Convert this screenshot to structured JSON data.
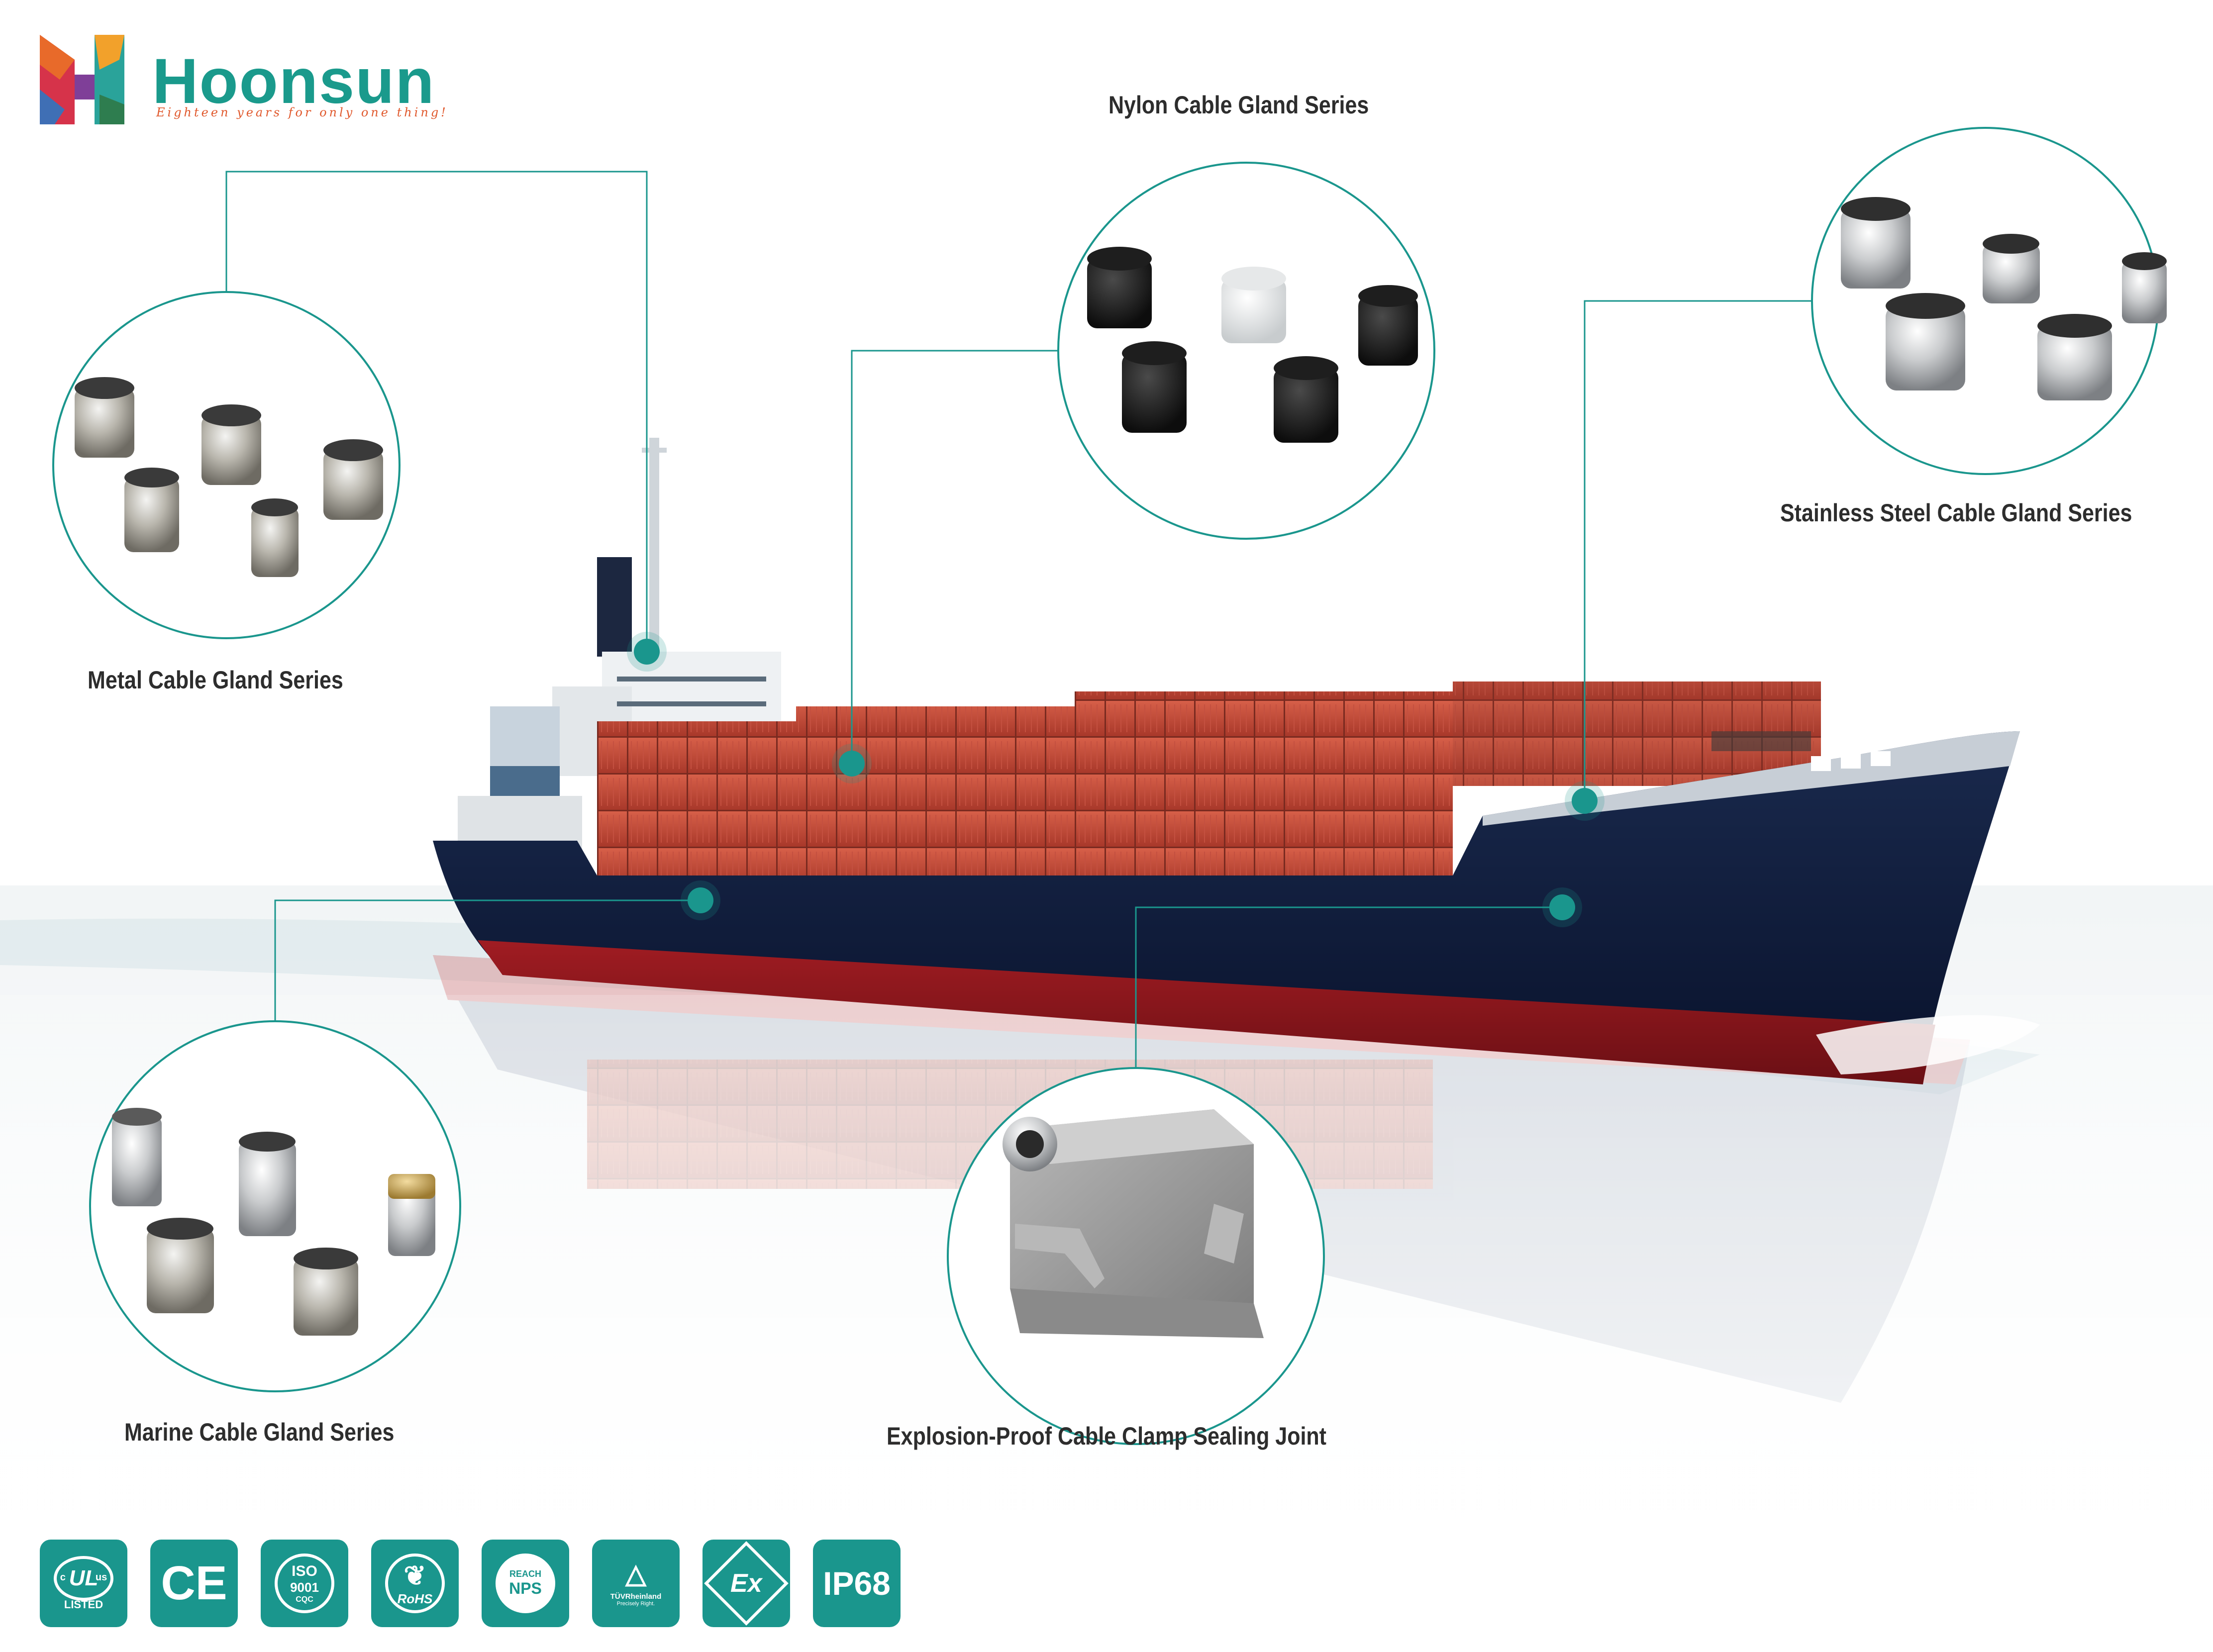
{
  "brand": {
    "name": "Hoonsun",
    "tagline": "Eighteen years for only one thing!",
    "teal": "#1a9a8c",
    "accent": "#e0582c"
  },
  "callouts": {
    "metal": "Metal Cable Gland Series",
    "nylon": "Nylon Cable Gland Series",
    "stainless": "Stainless Steel Cable Gland Series",
    "marine": "Marine Cable Gland Series",
    "explosion": "Explosion-Proof Cable Clamp Sealing Joint"
  },
  "certifications": {
    "ul": {
      "main": "UL",
      "left": "c",
      "right": "us",
      "sub": "LISTED"
    },
    "ce": {
      "main": "CE"
    },
    "iso": {
      "main": "ISO",
      "sub": "9001",
      "mark": "CQC"
    },
    "rohs": {
      "main": "RoHS"
    },
    "reach": {
      "main": "REACH",
      "sub": "NPS"
    },
    "tuv": {
      "main": "TÜVRheinland",
      "sub": "Precisely Right."
    },
    "ex": {
      "main": "Ex"
    },
    "ip": {
      "main": "IP68"
    }
  }
}
